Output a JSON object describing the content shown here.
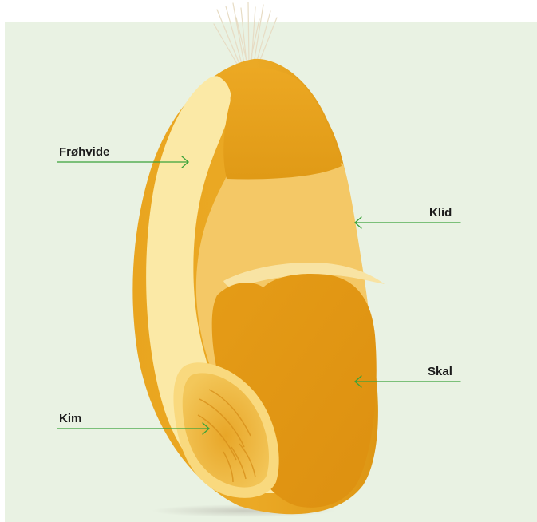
{
  "diagram": {
    "labels": {
      "frohvide": "Frøhvide",
      "klid": "Klid",
      "skal": "Skal",
      "kim": "Kim"
    },
    "colors": {
      "background_panel": "#e9f2e3",
      "outer_shell": "#e8a21c",
      "endosperm": "#fbe9a6",
      "cut_surface": "#f4c866",
      "germ": "#f0bd3c",
      "leader_line": "#3aa33a"
    }
  }
}
